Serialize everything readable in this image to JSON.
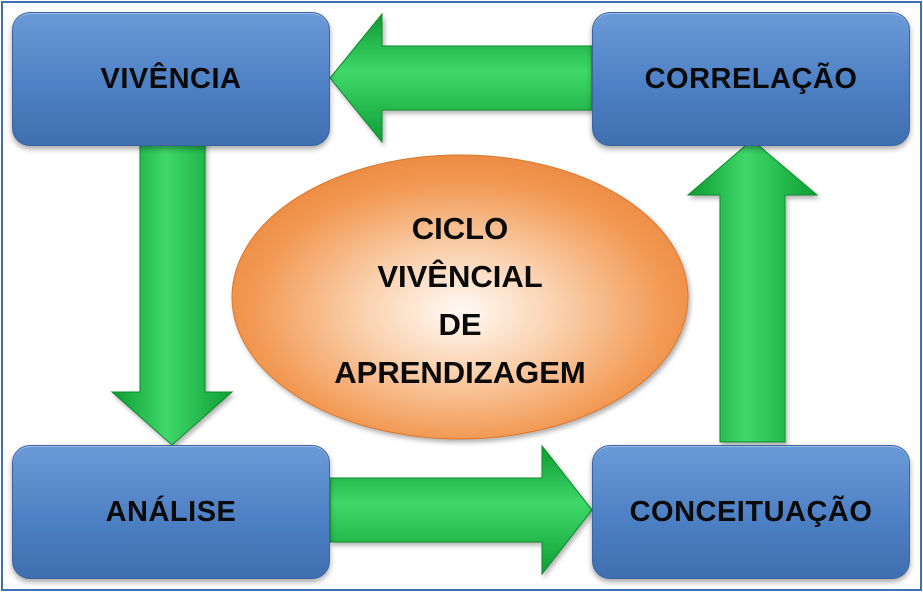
{
  "diagram": {
    "nodes": {
      "top_left": "VIVÊNCIA",
      "top_right": "CORRELAÇÃO",
      "bottom_left": "ANÁLISE",
      "bottom_right": "CONCEITUAÇÃO"
    },
    "center": {
      "line1": "CICLO",
      "line2": "VIVÊNCIAL",
      "line3": "DE",
      "line4": "APRENDIZAGEM"
    },
    "edges": [
      {
        "from": "VIVÊNCIA",
        "to": "ANÁLISE"
      },
      {
        "from": "ANÁLISE",
        "to": "CONCEITUAÇÃO"
      },
      {
        "from": "CONCEITUAÇÃO",
        "to": "CORRELAÇÃO"
      },
      {
        "from": "CORRELAÇÃO",
        "to": "VIVÊNCIA"
      }
    ],
    "colors": {
      "box": "#4f81bd",
      "arrow": "#1fbf4a",
      "ellipse": "#f08a3c",
      "frame": "#3f6fb4"
    }
  }
}
